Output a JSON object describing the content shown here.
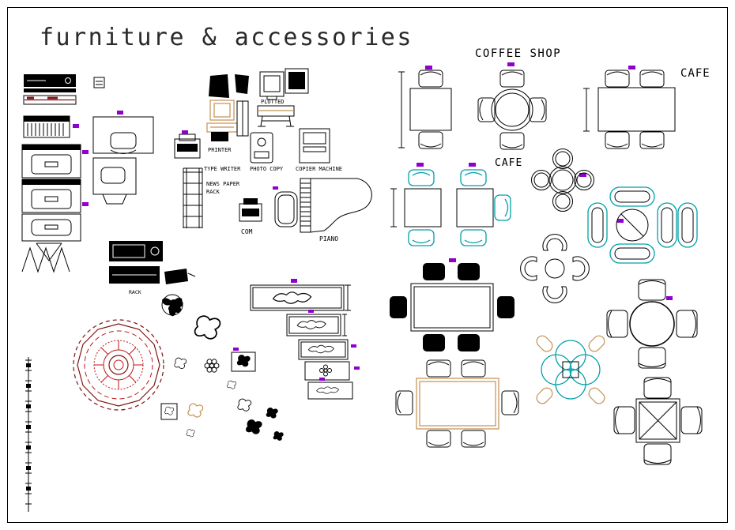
{
  "title": "furniture & accessories",
  "labels": {
    "plotted": "PLOTTED",
    "printer": "PRINTER",
    "type_writer": "TYPE WRITER",
    "photo_copy": "PHOTO COPY",
    "copier_machine": "COPIER MACHINE",
    "news_paper_rack_line1": "NEWS PAPER",
    "news_paper_rack_line2": "RACK",
    "com": "COM",
    "piano": "PIANO",
    "rack": "RACK",
    "coffee_shop": "COFFEE SHOP",
    "cafe_right": "CAFE",
    "cafe_center": "CAFE"
  },
  "colors": {
    "ink": "#000000",
    "maroon": "#7e1212",
    "red": "#c01616",
    "teal": "#00a0a8",
    "tan": "#c49050",
    "purple": "#9000cc",
    "title-ink": "#2a2a2a",
    "bg": "#ffffff"
  }
}
